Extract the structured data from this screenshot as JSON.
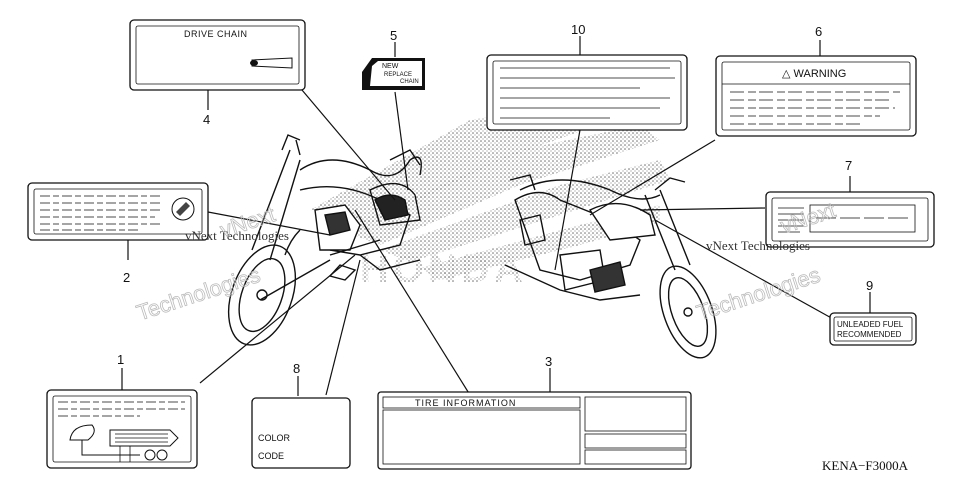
{
  "diagram": {
    "code": "KENA−F3000A",
    "callouts": [
      {
        "num": "1"
      },
      {
        "num": "2"
      },
      {
        "num": "3"
      },
      {
        "num": "4"
      },
      {
        "num": "5"
      },
      {
        "num": "6"
      },
      {
        "num": "7"
      },
      {
        "num": "8"
      },
      {
        "num": "9"
      },
      {
        "num": "10"
      }
    ],
    "labels": {
      "drive_chain": "DRIVE CHAIN",
      "new": "NEW",
      "replace": "REPLACE",
      "chain": "CHAIN",
      "warning": "△ WARNING",
      "unleaded": "UNLEADED FUEL",
      "recommended": "RECOMMENDED",
      "tire_info": "TIRE  INFORMATION",
      "color": "COLOR",
      "code_word": "CODE"
    },
    "watermark": {
      "company": "vNext Technologies",
      "word1": "vNext",
      "word2": "Technologies"
    }
  }
}
